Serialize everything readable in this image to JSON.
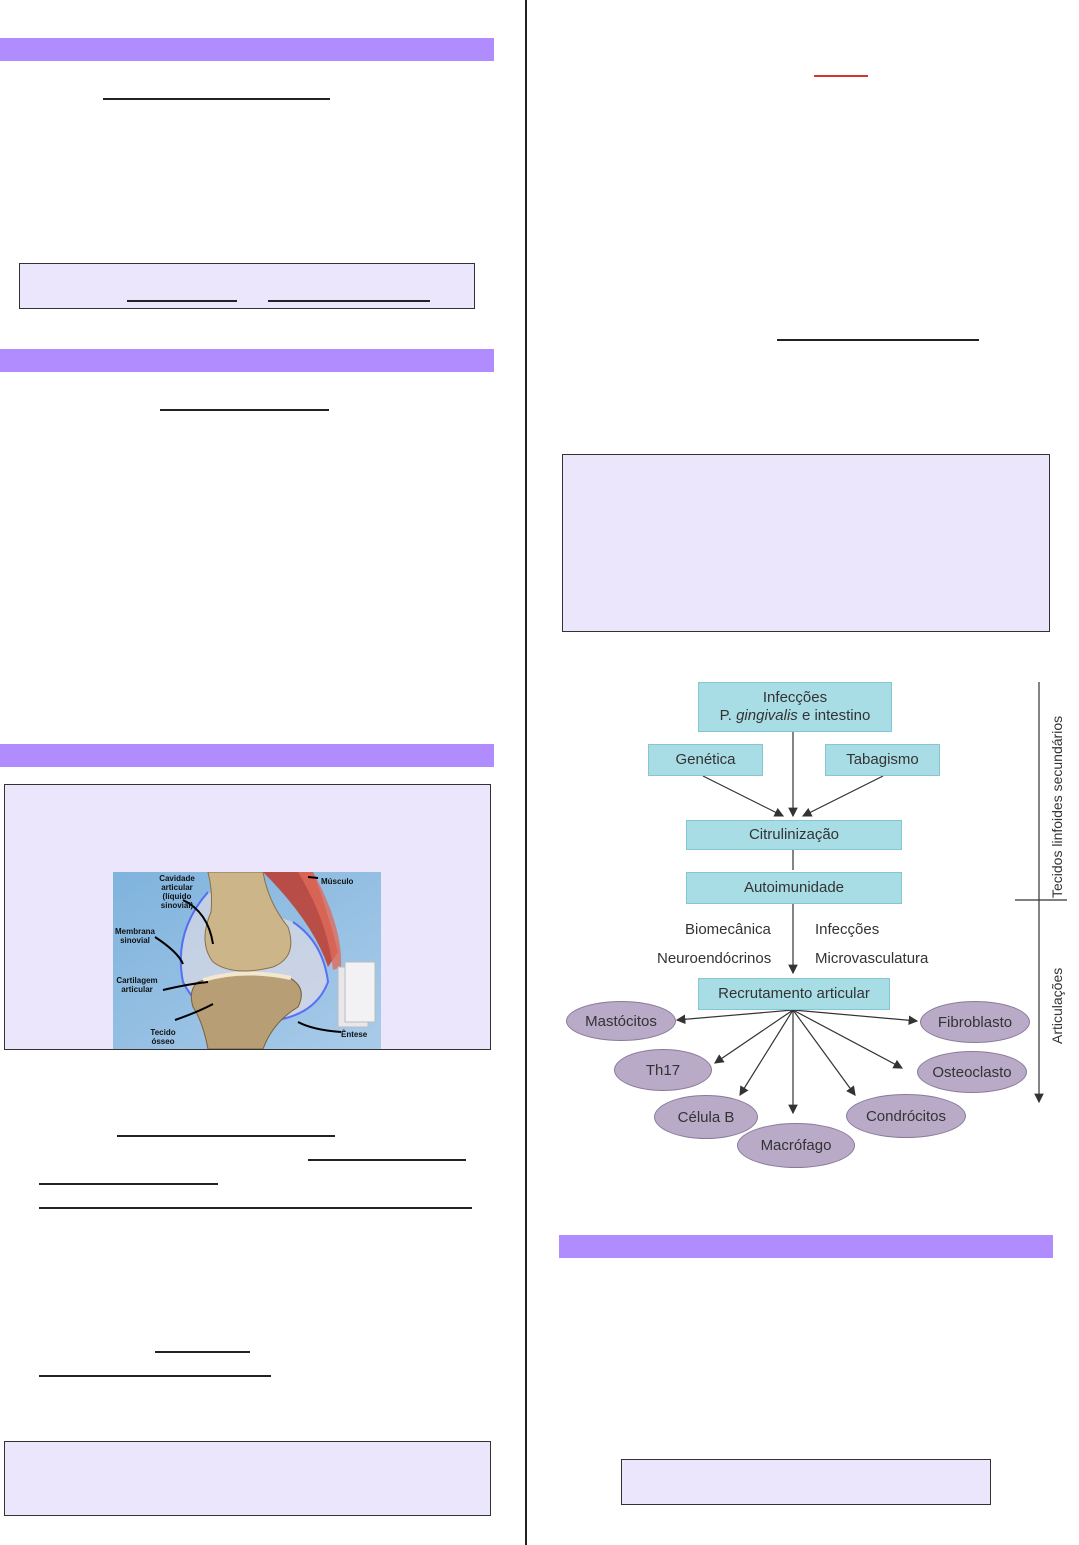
{
  "diagram": {
    "nodes": {
      "infeccoes_line1": "Infecções",
      "infeccoes_line2_prefix": "P. ",
      "infeccoes_line2_italic": "gingivalis",
      "infeccoes_line2_suffix": " e intestino",
      "genetica": "Genética",
      "tabagismo": "Tabagismo",
      "citrulinizacao": "Citrulinização",
      "autoimunidade": "Autoimunidade",
      "recrutamento": "Recrutamento articular"
    },
    "factors": {
      "biomecanica": "Biomecânica",
      "infeccoes": "Infecções",
      "neuroendocrinos": "Neuroendócrinos",
      "microvasculatura": "Microvasculatura"
    },
    "cells": {
      "mastocitos": "Mastócitos",
      "fibroblasto": "Fibroblasto",
      "th17": "Th17",
      "osteoclasto": "Osteoclasto",
      "celula_b": "Célula B",
      "condrocitos": "Condrócitos",
      "macrofago": "Macrófago"
    },
    "axis": {
      "tecidos": "Tecidos linfoides secundários",
      "articulacoes": "Articulações"
    }
  },
  "joint_image": {
    "cavidade": "Cavidade articular (líquido sinovial)",
    "musculo": "Músculo",
    "membrana": "Membrana sinovial",
    "cartilagem": "Cartilagem articular",
    "tecido": "Tecido ósseo",
    "entese": "Êntese"
  },
  "colors": {
    "section_bar": "#b08cff",
    "box_fill": "#ece6fd",
    "node_fill": "#a9dde6",
    "cell_fill": "#b9aac8",
    "accent_red": "#d9342b"
  }
}
